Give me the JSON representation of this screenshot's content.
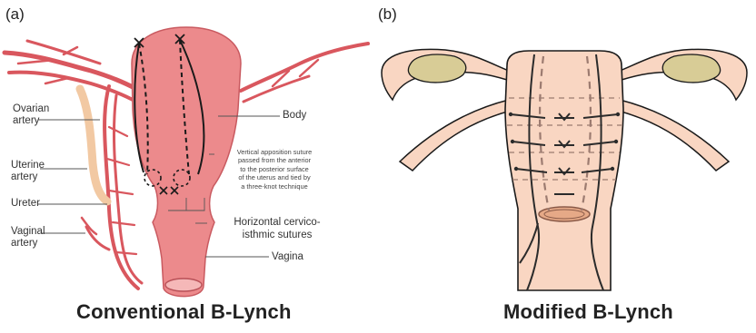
{
  "panel_a": {
    "label": "(a)",
    "caption": "Conventional B-Lynch",
    "labels": {
      "ovarian_artery_1": "Ovarian",
      "ovarian_artery_2": "artery",
      "uterine_artery_1": "Uterine",
      "uterine_artery_2": "artery",
      "ureter": "Ureter",
      "vaginal_artery_1": "Vaginal",
      "vaginal_artery_2": "artery",
      "body": "Body",
      "vagina": "Vagina",
      "horizontal_1": "Horizontal cervico-",
      "horizontal_2": "isthmic sutures",
      "note_1": "Vertical apposition suture",
      "note_2": "passed from the anterior",
      "note_3": "to the posterior surface",
      "note_4": "of the uterus and tied by",
      "note_5": "a three-knot technique"
    },
    "colors": {
      "uterus": "#ec8a8c",
      "artery": "#d9575e",
      "ureter": "#f2c9a3"
    }
  },
  "panel_b": {
    "label": "(b)",
    "caption": "Modified B-Lynch",
    "colors": {
      "uterus": "#f9d6c2",
      "ovary": "#d8cc96",
      "suture_dashed": "#9c7b70",
      "suture_solid": "#2b2b2b"
    }
  }
}
